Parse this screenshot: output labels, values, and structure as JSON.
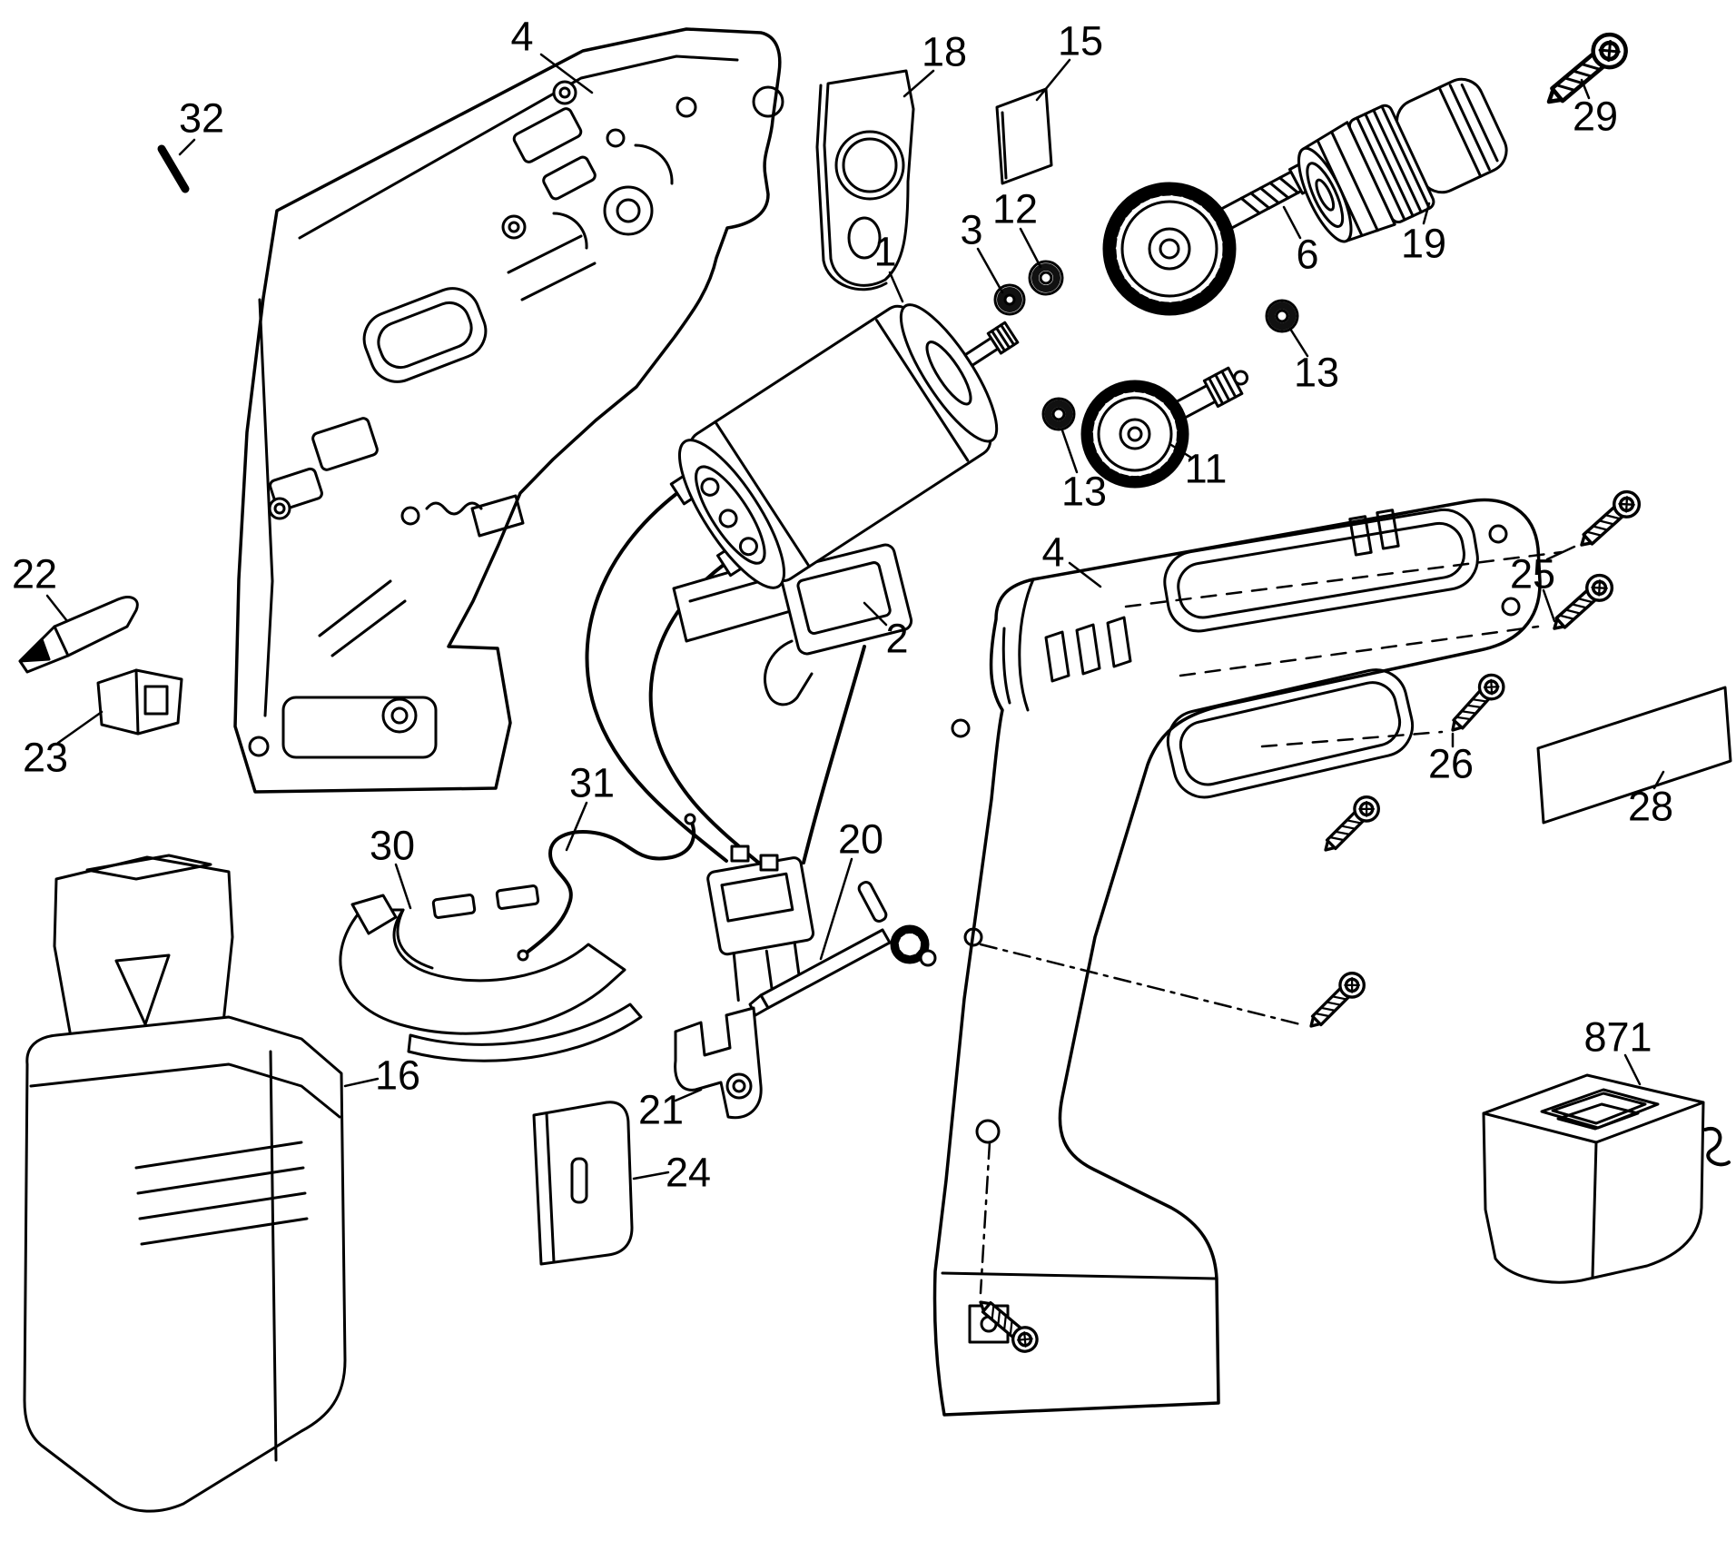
{
  "diagram": {
    "type": "exploded-parts-diagram",
    "subject": "cordless drill parts schematic",
    "background_color": "#ffffff",
    "line_color": "#000000"
  },
  "labels": [
    {
      "part": "housing-left-half",
      "text": "4"
    },
    {
      "part": "pin",
      "text": "32"
    },
    {
      "part": "support-bracket",
      "text": "18"
    },
    {
      "part": "pad",
      "text": "15"
    },
    {
      "part": "chuck-screw",
      "text": "29"
    },
    {
      "part": "chuck",
      "text": "19"
    },
    {
      "part": "output-gear-spindle",
      "text": "6"
    },
    {
      "part": "washer",
      "text": "12"
    },
    {
      "part": "motor-bearing",
      "text": "3"
    },
    {
      "part": "motor",
      "text": "1"
    },
    {
      "part": "bearing-right",
      "text": "13"
    },
    {
      "part": "intermediate-gear",
      "text": "11"
    },
    {
      "part": "bearing-left",
      "text": "13"
    },
    {
      "part": "housing-right-half",
      "text": "4"
    },
    {
      "part": "housing-screws",
      "text": "25"
    },
    {
      "part": "ferrite-tip",
      "text": "22"
    },
    {
      "part": "switch-assembly",
      "text": "2"
    },
    {
      "part": "retainer-clip",
      "text": "23"
    },
    {
      "part": "screw",
      "text": "26"
    },
    {
      "part": "label-strip",
      "text": "28"
    },
    {
      "part": "spring-wire",
      "text": "31"
    },
    {
      "part": "handle-clamp",
      "text": "30"
    },
    {
      "part": "adjustment-tool",
      "text": "20"
    },
    {
      "part": "battery-pack",
      "text": "16"
    },
    {
      "part": "wire-bracket",
      "text": "21"
    },
    {
      "part": "cover-plate",
      "text": "24"
    },
    {
      "part": "battery-charger",
      "text": "871"
    }
  ]
}
